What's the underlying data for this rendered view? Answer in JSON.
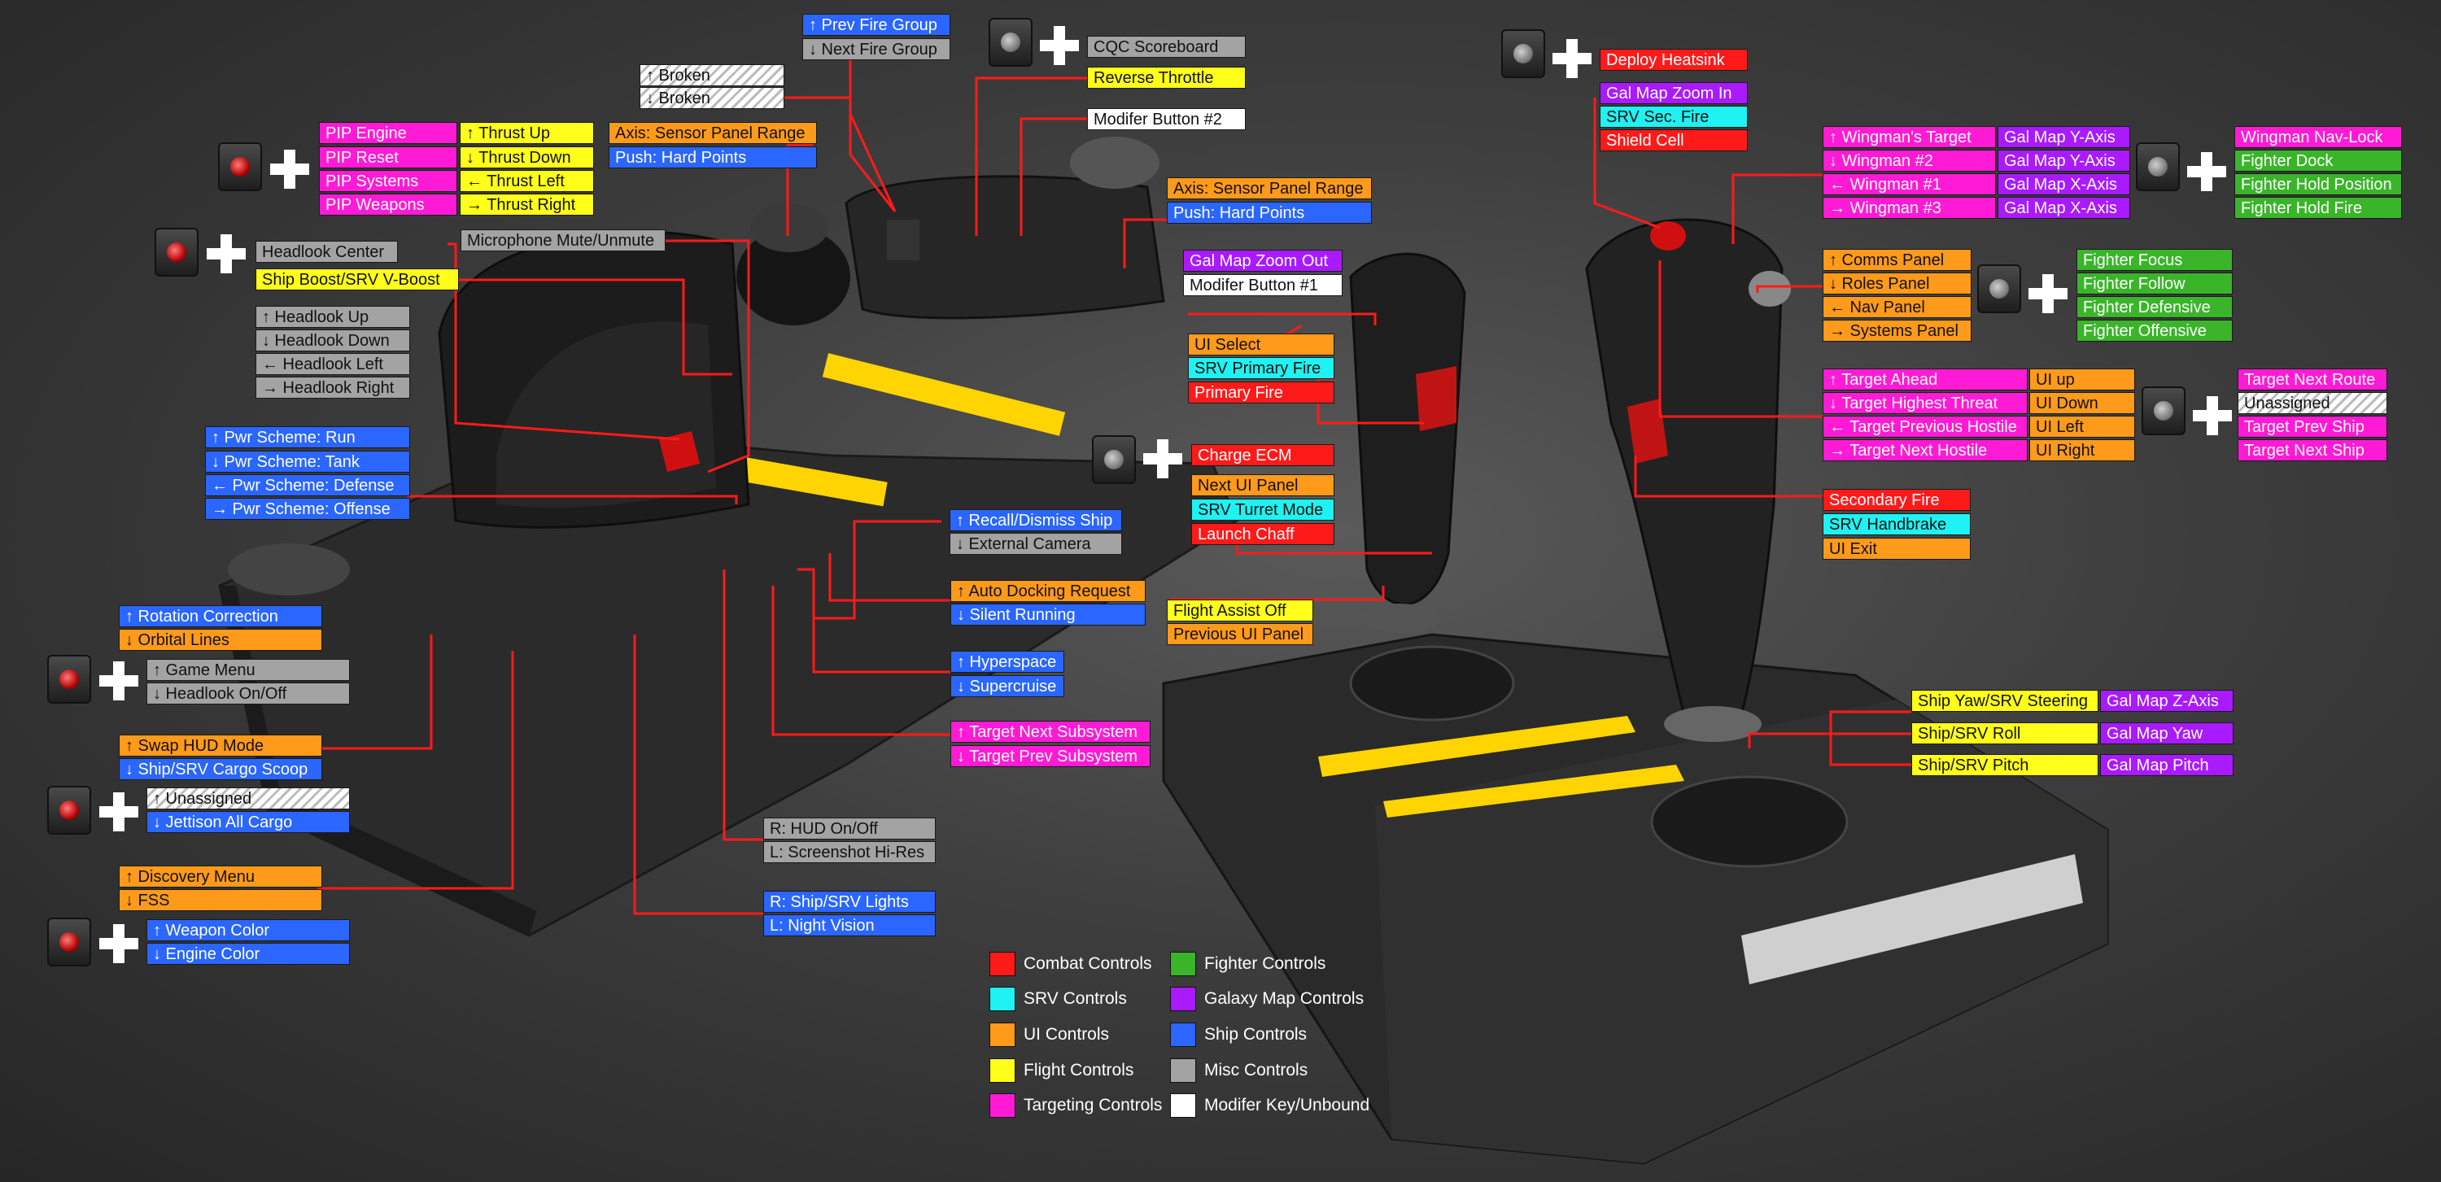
{
  "colors": {
    "red": "#ff1a1a",
    "cyan": "#1ff2f2",
    "orange": "#ff9a1a",
    "yellow": "#ffff1a",
    "magenta": "#ff1ad6",
    "green": "#3ab52a",
    "purple": "#aa1aff",
    "blue": "#2a66ff",
    "grey": "#a3a3a3",
    "white": "#ffffff",
    "line": "#ff1a1a"
  },
  "modifier_icons": {
    "throttle_red_button": "red-round-button-icon",
    "stick_grey_button": "grey-round-button-icon",
    "combine": "plus-icon"
  },
  "throttle": {
    "pip": [
      "PIP Engine",
      "PIP Reset",
      "PIP Systems",
      "PIP Weapons"
    ],
    "thrust": [
      "↑ Thrust Up",
      "↓ Thrust Down",
      "← Thrust Left",
      "→ Thrust Right"
    ],
    "sensor_axis": [
      "Axis: Sensor Panel Range",
      "Push: Hard Points"
    ],
    "fire_group": [
      "↑ Prev Fire Group",
      "↓ Next Fire Group"
    ],
    "broken": [
      "↑ Broken",
      "↓ Broken"
    ],
    "cqc": "CQC Scoreboard",
    "reverse_throttle": "Reverse Throttle",
    "modifier_2": "Modifer Button #2",
    "sensor_axis_2": [
      "Axis: Sensor Panel Range",
      "Push: Hard Points"
    ],
    "headlook_center": "Headlook Center",
    "ship_boost": "Ship Boost/SRV V-Boost",
    "microphone": "Microphone Mute/Unmute",
    "headlook": [
      "↑ Headlook Up",
      "↓ Headlook Down",
      "← Headlook Left",
      "→ Headlook Right"
    ],
    "pwr_scheme": [
      "↑ Pwr Scheme: Run",
      "↓ Pwr Scheme: Tank",
      "← Pwr Scheme: Defense",
      "→ Pwr Scheme: Offense"
    ],
    "recall": [
      "↑ Recall/Dismiss Ship",
      "↓ External Camera"
    ],
    "rotation": [
      "↑ Rotation Correction",
      "↓ Orbital Lines"
    ],
    "auto_dock": [
      "↑ Auto Docking Request",
      "↓ Silent Running"
    ],
    "game_menu": [
      "↑ Game Menu",
      "↓ Headlook On/Off"
    ],
    "hyperspace": [
      "↑ Hyperspace",
      "↓ Supercruise"
    ],
    "subsystem": [
      "↑ Target Next Subsystem",
      "↓ Target Prev Subsystem"
    ],
    "swap_hud": [
      "↑ Swap HUD Mode",
      "↓ Ship/SRV Cargo Scoop"
    ],
    "cargo": [
      "↑ Unassigned",
      "↓ Jettison All Cargo"
    ],
    "hud_onoff": [
      "R: HUD On/Off",
      "L: Screenshot Hi-Res"
    ],
    "discovery": [
      "↑ Discovery Menu",
      "↓ FSS"
    ],
    "lights": [
      "R: Ship/SRV Lights",
      "L: Night Vision"
    ],
    "weapon_color": [
      "↑ Weapon Color",
      "↓ Engine Color"
    ]
  },
  "stick": {
    "heatsink": [
      "Deploy Heatsink",
      "Gal Map Zoom In",
      "SRV Sec. Fire",
      "Shield Cell"
    ],
    "wingman": [
      "↑ Wingman's Target",
      "↓ Wingman #2",
      "← Wingman #1",
      "→ Wingman #3"
    ],
    "galmap_axes": [
      "Gal Map Y-Axis",
      "Gal Map Y-Axis",
      "Gal Map X-Axis",
      "Gal Map X-Axis"
    ],
    "fighter_orders": [
      "Wingman Nav-Lock",
      "Fighter Dock",
      "Fighter Hold Position",
      "Fighter Hold Fire"
    ],
    "zoom_out": [
      "Gal Map Zoom Out",
      "Modifer Button #1"
    ],
    "panels": [
      "↑ Comms Panel",
      "↓ Roles Panel",
      "← Nav Panel",
      "→ Systems Panel"
    ],
    "fighter_behave": [
      "Fighter Focus",
      "Fighter Follow",
      "Fighter Defensive",
      "Fighter Offensive"
    ],
    "trigger": [
      "UI Select",
      "SRV Primary Fire",
      "Primary Fire"
    ],
    "target_hat": [
      "↑ Target Ahead",
      "↓ Target Highest Threat",
      "← Target Previous Hostile",
      "→ Target Next Hostile"
    ],
    "ui_dirs": [
      "UI up",
      "UI Down",
      "UI Left",
      "UI Right"
    ],
    "target_ship": [
      "Target Next Route",
      "Unassigned",
      "Target Prev Ship",
      "Target Next Ship"
    ],
    "ecm": [
      "Charge ECM",
      "Next UI Panel",
      "SRV Turret Mode",
      "Launch Chaff"
    ],
    "secondary": [
      "Secondary Fire",
      "SRV Handbrake",
      "UI Exit"
    ],
    "flight_assist": [
      "Flight Assist Off",
      "Previous UI Panel"
    ],
    "axes": [
      "Ship Yaw/SRV Steering",
      "Ship/SRV Roll",
      "Ship/SRV Pitch"
    ],
    "galmap_zyp": [
      "Gal Map Z-Axis",
      "Gal Map Yaw",
      "Gal Map Pitch"
    ]
  },
  "legend": {
    "items": [
      {
        "label": "Combat Controls",
        "color": "#ff1a1a"
      },
      {
        "label": "SRV Controls",
        "color": "#1ff2f2"
      },
      {
        "label": "UI Controls",
        "color": "#ff9a1a"
      },
      {
        "label": "Flight Controls",
        "color": "#ffff1a"
      },
      {
        "label": "Targeting Controls",
        "color": "#ff1ad6"
      },
      {
        "label": "Fighter Controls",
        "color": "#3ab52a"
      },
      {
        "label": "Galaxy Map Controls",
        "color": "#aa1aff"
      },
      {
        "label": "Ship Controls",
        "color": "#2a66ff"
      },
      {
        "label": "Misc Controls",
        "color": "#a3a3a3"
      },
      {
        "label": "Modifer Key/Unbound",
        "color": "#ffffff"
      }
    ]
  }
}
